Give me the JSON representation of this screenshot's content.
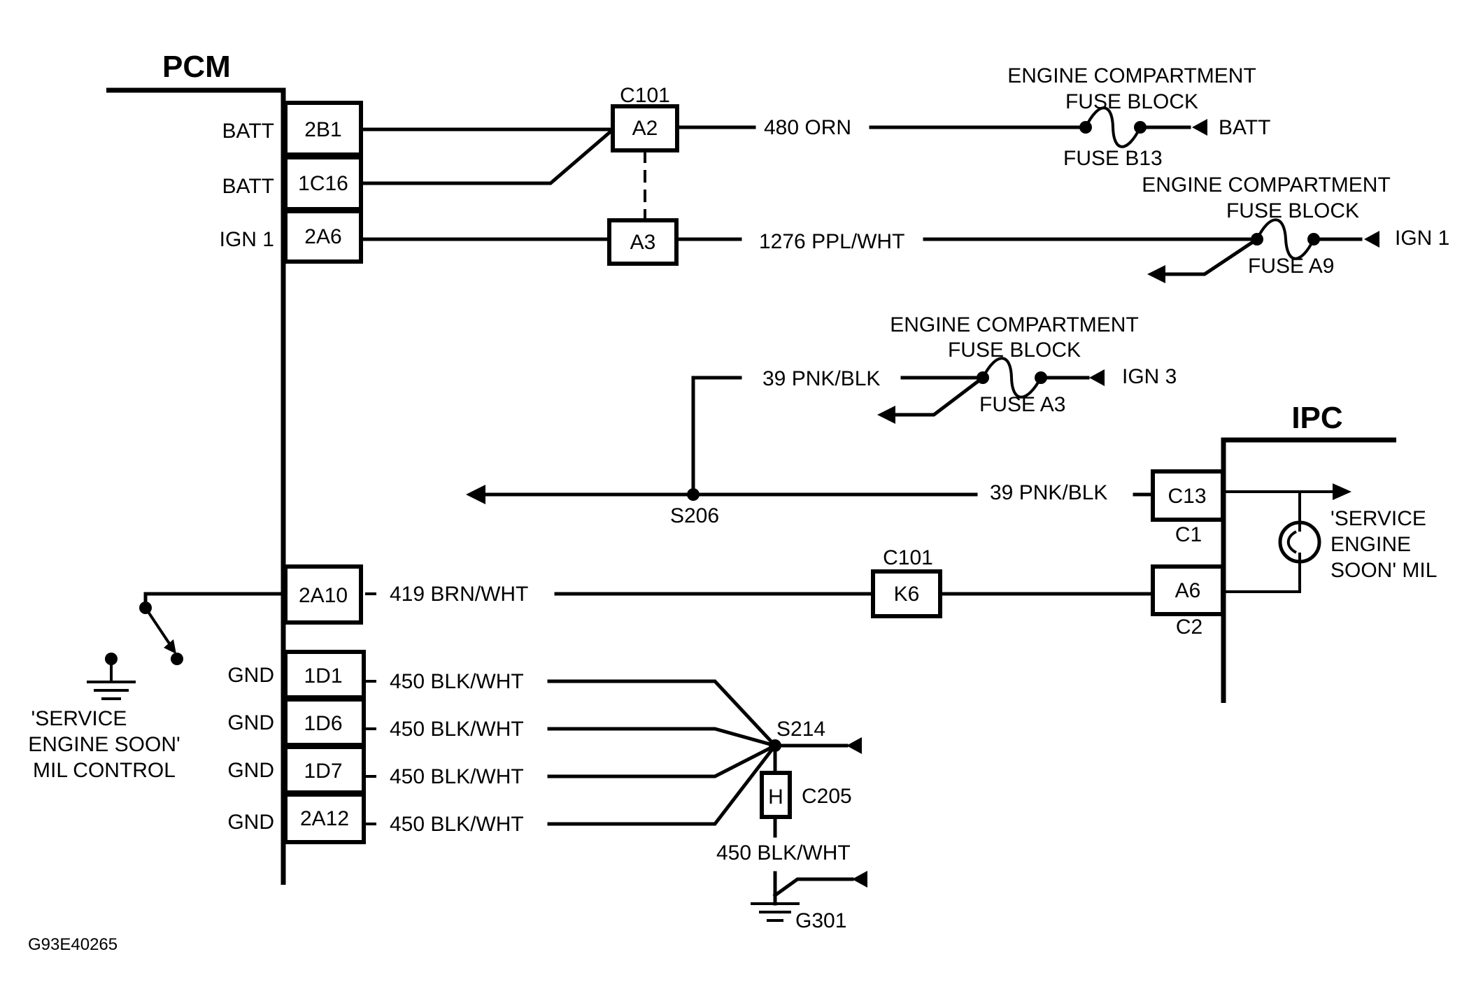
{
  "components": {
    "pcm": "PCM",
    "ipc": "IPC"
  },
  "pcm_pins": [
    {
      "pin": "2B1",
      "function": "BATT"
    },
    {
      "pin": "1C16",
      "function": "BATT"
    },
    {
      "pin": "2A6",
      "function": "IGN 1"
    },
    {
      "pin": "2A10",
      "function": ""
    },
    {
      "pin": "1D1",
      "function": "GND"
    },
    {
      "pin": "1D6",
      "function": "GND"
    },
    {
      "pin": "1D7",
      "function": "GND"
    },
    {
      "pin": "2A12",
      "function": "GND"
    }
  ],
  "connectors": {
    "c101_top": "C101",
    "a2": "A2",
    "a3": "A3",
    "c101_mid": "C101",
    "k6": "K6",
    "c13": "C13",
    "c1": "C1",
    "a6": "A6",
    "c2": "C2",
    "h": "H",
    "c205": "C205"
  },
  "wires": {
    "w480": "480 ORN",
    "w1276": "1276 PPL/WHT",
    "w39a": "39 PNK/BLK",
    "w39b": "39 PNK/BLK",
    "w419": "419 BRN/WHT",
    "w450": [
      "450 BLK/WHT",
      "450 BLK/WHT",
      "450 BLK/WHT",
      "450 BLK/WHT"
    ],
    "w450_ground": "450 BLK/WHT"
  },
  "fuse_blocks": [
    {
      "line1": "ENGINE COMPARTMENT",
      "line2": "FUSE BLOCK",
      "fuse": "FUSE B13",
      "source": "BATT"
    },
    {
      "line1": "ENGINE COMPARTMENT",
      "line2": "FUSE BLOCK",
      "fuse": "FUSE A9",
      "source": "IGN 1"
    },
    {
      "line1": "ENGINE COMPARTMENT",
      "line2": "FUSE BLOCK",
      "fuse": "FUSE A3",
      "source": "IGN 3"
    }
  ],
  "splices": {
    "s206": "S206",
    "s214": "S214"
  },
  "ground": "G301",
  "mil": [
    "'SERVICE",
    "ENGINE",
    "SOON' MIL"
  ],
  "mil_control": [
    "'SERVICE",
    "ENGINE SOON'",
    "MIL CONTROL"
  ],
  "figure_id": "G93E40265"
}
